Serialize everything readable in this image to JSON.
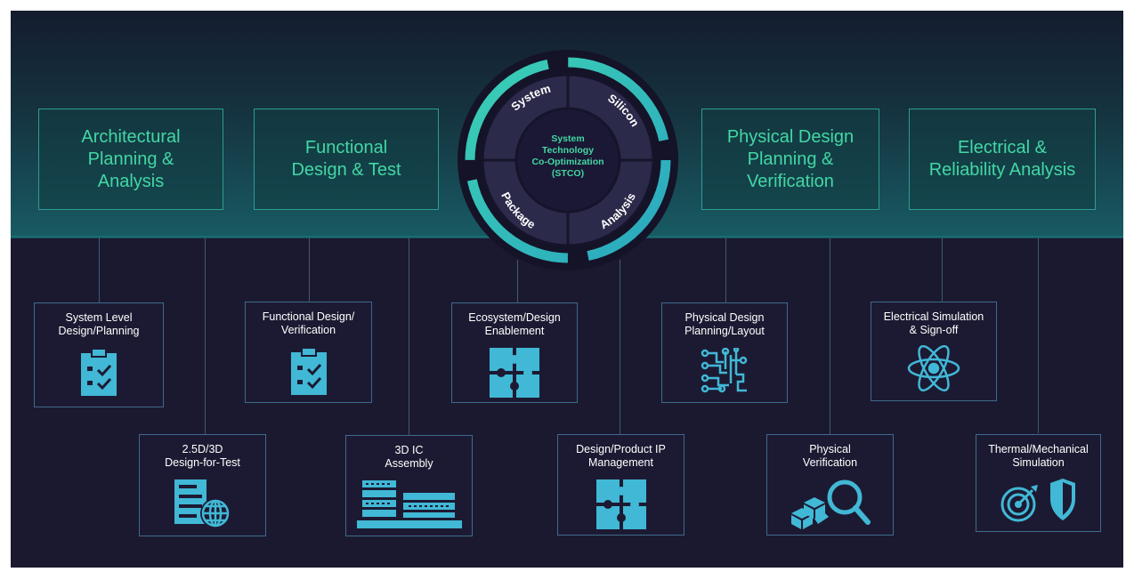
{
  "colors": {
    "accent": "#43d7a4",
    "icon": "#41b8d6",
    "background": "#1b1930",
    "band": "#185b63"
  },
  "categories": [
    {
      "title": "Architectural\nPlanning &\nAnalysis"
    },
    {
      "title": "Functional\nDesign & Test"
    },
    {
      "title": "Physical Design\nPlanning &\nVerification"
    },
    {
      "title": "Electrical &\nReliability Analysis"
    }
  ],
  "stco": {
    "segments": [
      "System",
      "Silicon",
      "Analysis",
      "Package"
    ],
    "center": [
      "System",
      "Technology",
      "Co-Optimization",
      "(STCO)"
    ]
  },
  "tiles": [
    {
      "label": "System Level\nDesign/Planning",
      "icon": "clipboard-checklist-icon"
    },
    {
      "label": "2.5D/3D\nDesign-for-Test",
      "icon": "server-globe-icon"
    },
    {
      "label": "Functional Design/\nVerification",
      "icon": "clipboard-checklist-icon"
    },
    {
      "label": "3D IC\nAssembly",
      "icon": "chip-stack-icon"
    },
    {
      "label": "Ecosystem/Design\nEnablement",
      "icon": "puzzle-icon"
    },
    {
      "label": "Design/Product IP\nManagement",
      "icon": "puzzle-icon"
    },
    {
      "label": "Physical Design\nPlanning/Layout",
      "icon": "circuit-layout-icon"
    },
    {
      "label": "Physical\nVerification",
      "icon": "boxes-magnifier-icon"
    },
    {
      "label": "Electrical Simulation\n& Sign-off",
      "icon": "atom-icon"
    },
    {
      "label": "Thermal/Mechanical\nSimulation",
      "icon": "target-shield-icon"
    }
  ]
}
